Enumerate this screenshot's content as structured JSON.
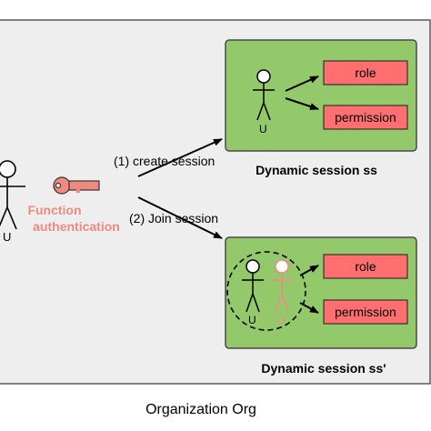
{
  "organization": {
    "label": "Organization Org"
  },
  "user": {
    "label": "U"
  },
  "function_authentication": {
    "line1": "Function",
    "line2": "authentication",
    "color": "#f08a80"
  },
  "actions": {
    "create_session": "(1) create session",
    "join_session": "(2) Join session"
  },
  "session_ss": {
    "title": "Dynamic session ss",
    "user_label": "U",
    "role_label": "role",
    "permission_label": "permission"
  },
  "session_ss_prime": {
    "title": "Dynamic session ss'",
    "user_label": "U",
    "other_user_label": "U",
    "role_label": "role",
    "permission_label": "permission"
  },
  "colors": {
    "org_background": "#eeeeee",
    "session_fill": "#93c96a",
    "session_stroke": "#4a4a4a",
    "box_fill": "#ff6f6f",
    "arrow": "#000000",
    "other_user": "#f08a80"
  }
}
